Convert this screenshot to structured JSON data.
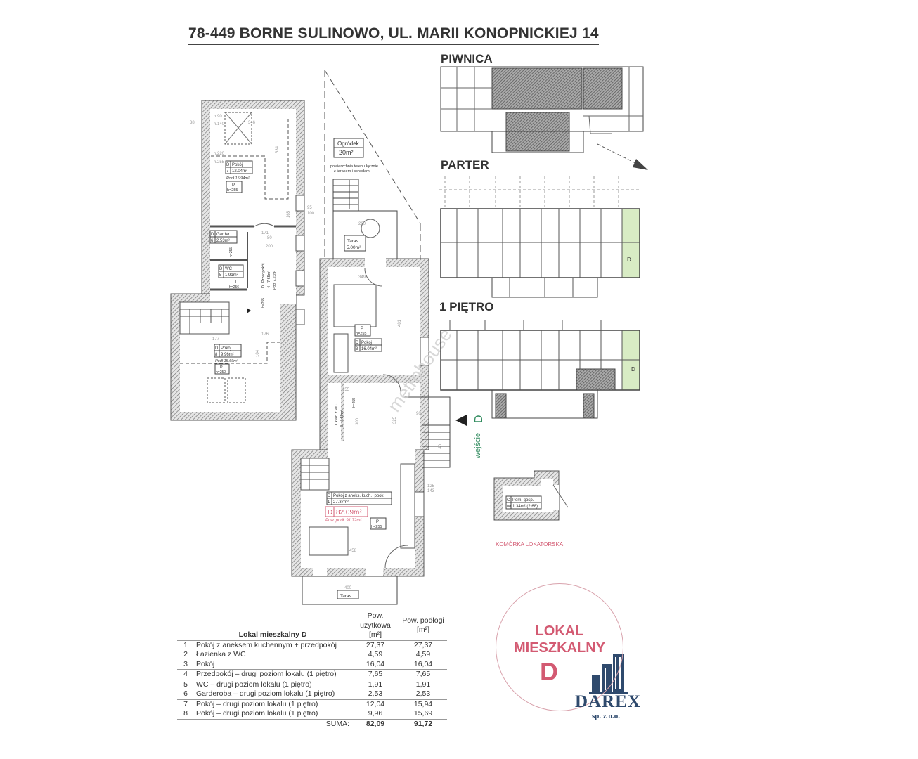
{
  "title": "78-449 BORNE SULINOWO, UL. MARII KONOPNICKIEJ 14",
  "levels": {
    "basement": "PIWNICA",
    "ground": "PARTER",
    "first": "1 PIĘTRO"
  },
  "entrance": {
    "label": "wejście",
    "letter": "D"
  },
  "garden": {
    "name": "Ogródek",
    "area": "20m²",
    "note_1": "powierzchnia terenu łącznie",
    "note_2": "z tarasem i schodami"
  },
  "terrace_top": {
    "name": "Taras",
    "area": "5.00m²"
  },
  "terrace_bottom": {
    "name": "Taras"
  },
  "rooms": [
    {
      "tag": "D",
      "name": "Pokój z aneks. kuch.+ppok.",
      "no": "1",
      "area": "27.37m²"
    },
    {
      "tag": "D",
      "name": "Łaz. z WC",
      "no": "2",
      "area": "4.59m²",
      "h": "h=255",
      "hl": "T"
    },
    {
      "tag": "D",
      "name": "Pokój",
      "no": "3",
      "area": "16.04m²",
      "h": "h=255",
      "hl": "P"
    },
    {
      "tag": "D",
      "name": "Przedpokój",
      "no": "4",
      "area": "7.65m²",
      "floor": "Podł 7.23m²",
      "h": "h=255",
      "hl": "P"
    },
    {
      "tag": "D",
      "name": "WC",
      "no": "5",
      "area": "1.91m²",
      "h": "h=256",
      "hl": "T"
    },
    {
      "tag": "D",
      "name": "Garder.",
      "no": "6",
      "area": "2.53m²",
      "h": "h=255"
    },
    {
      "tag": "D",
      "name": "Pokój",
      "no": "7",
      "area": "12.04m²",
      "floor": "Podł 15.94m²",
      "h": "h=255",
      "hl": "P"
    },
    {
      "tag": "D",
      "name": "Pokój",
      "no": "8",
      "area": "9.96m²",
      "floor": "Podł 15.69m²",
      "h": "h=250",
      "hl": "P"
    }
  ],
  "unit_total": {
    "tag": "D",
    "area": "82.09m²",
    "floor": "Pow. podł. 91.72m²",
    "h": "h=255",
    "hl": "P"
  },
  "dims": [
    "38",
    "346",
    "334",
    "165",
    "95",
    "100",
    "171",
    "200",
    "80",
    "177",
    "176",
    "104",
    "349",
    "481",
    "325",
    "300",
    "90",
    "155",
    "125",
    "143",
    "140",
    "400",
    "458",
    "260",
    "h.90",
    "h.140",
    "h.220",
    "h.255"
  ],
  "storage": {
    "tag": "C",
    "name": "Pom. gosp.",
    "no": "08",
    "area": "1.34m² (2.68)",
    "caption": "KOMÓRKA LOKATORSKA"
  },
  "table": {
    "header": {
      "name": "Lokal mieszkalny D",
      "col1": "Pow. użytkowa [m²]",
      "col2": "Pow. podłogi [m²]"
    },
    "rows": [
      {
        "no": "1",
        "name": "Pokój z aneksem kuchennym + przedpokój",
        "usable": "27,37",
        "floor": "27,37"
      },
      {
        "no": "2",
        "name": "Łazienka z WC",
        "usable": "4,59",
        "floor": "4,59"
      },
      {
        "no": "3",
        "name": "Pokój",
        "usable": "16,04",
        "floor": "16,04"
      },
      {
        "no": "4",
        "name": "Przedpokój – drugi poziom lokalu (1 piętro)",
        "usable": "7,65",
        "floor": "7,65"
      },
      {
        "no": "5",
        "name": "WC – drugi poziom lokalu (1 piętro)",
        "usable": "1,91",
        "floor": "1,91"
      },
      {
        "no": "6",
        "name": "Garderoba – drugi poziom lokalu (1 piętro)",
        "usable": "2,53",
        "floor": "2,53"
      },
      {
        "no": "7",
        "name": "Pokój – drugi poziom lokalu (1 piętro)",
        "usable": "12,04",
        "floor": "15,94"
      },
      {
        "no": "8",
        "name": "Pokój – drugi poziom lokalu (1 piętro)",
        "usable": "9,96",
        "floor": "15,69"
      }
    ],
    "sum_label": "SUMA:",
    "sum_usable": "82,09",
    "sum_floor": "91,72"
  },
  "stamp": {
    "line1": "LOKAL",
    "line2": "MIESZKALNY",
    "line3": "D"
  },
  "logo": {
    "name": "DAREX",
    "sub": "sp. z o.o."
  },
  "watermark": "metrohouse",
  "colors": {
    "stamp": "#d35a72",
    "logo": "#2f4a6d",
    "entrance": "#2e8a5c",
    "highlight": "#d8ecc4"
  }
}
